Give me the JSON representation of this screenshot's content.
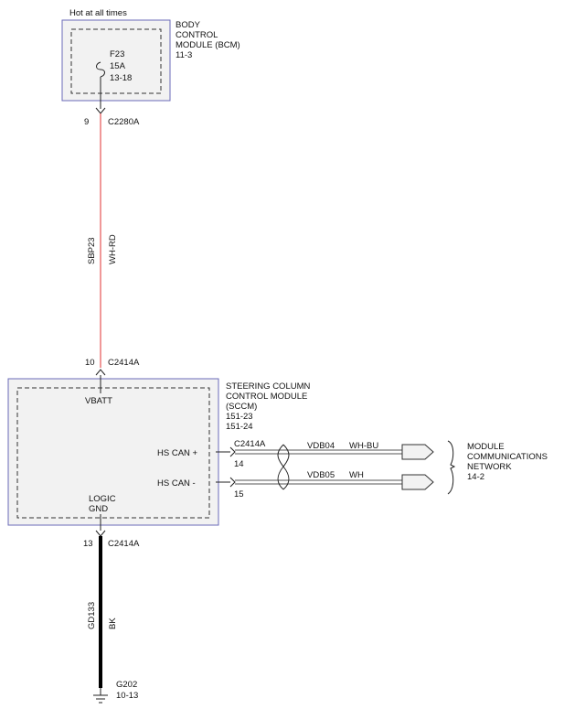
{
  "power_source": {
    "text": "Hot at all times"
  },
  "bcm": {
    "name_lines": [
      "BODY",
      "CONTROL",
      "MODULE (BCM)",
      "11-3"
    ],
    "fuse": {
      "id": "F23",
      "rating": "15A",
      "ref": "13-18"
    },
    "pin": "9",
    "connector": "C2280A"
  },
  "power_wire": {
    "circuit": "SBP23",
    "color": "WH-RD",
    "stroke_color": "#e03030"
  },
  "sccm": {
    "name_lines": [
      "STEERING COLUMN",
      "CONTROL MODULE",
      "(SCCM)",
      "151-23",
      "151-24"
    ],
    "top_pin": "10",
    "top_connector": "C2414A",
    "vbatt_label": "VBATT",
    "logic_gnd_lines": [
      "LOGIC",
      "GND"
    ],
    "hs_can_plus": {
      "label": "HS CAN +",
      "connector": "C2414A",
      "pin": "14",
      "circuit": "VDB04",
      "color": "WH-BU"
    },
    "hs_can_minus": {
      "label": "HS CAN -",
      "pin": "15",
      "circuit": "VDB05",
      "color": "WH"
    },
    "bottom_pin": "13",
    "bottom_connector": "C2414A"
  },
  "network": {
    "name_lines": [
      "MODULE",
      "COMMUNICATIONS",
      "NETWORK",
      "14-2"
    ]
  },
  "ground_wire": {
    "circuit": "GD133",
    "color": "BK",
    "stroke_color": "#000000"
  },
  "ground": {
    "id": "G202",
    "ref": "10-13"
  },
  "colors": {
    "module_border": "#6a6ab8",
    "module_fill": "#f2f2f2"
  }
}
